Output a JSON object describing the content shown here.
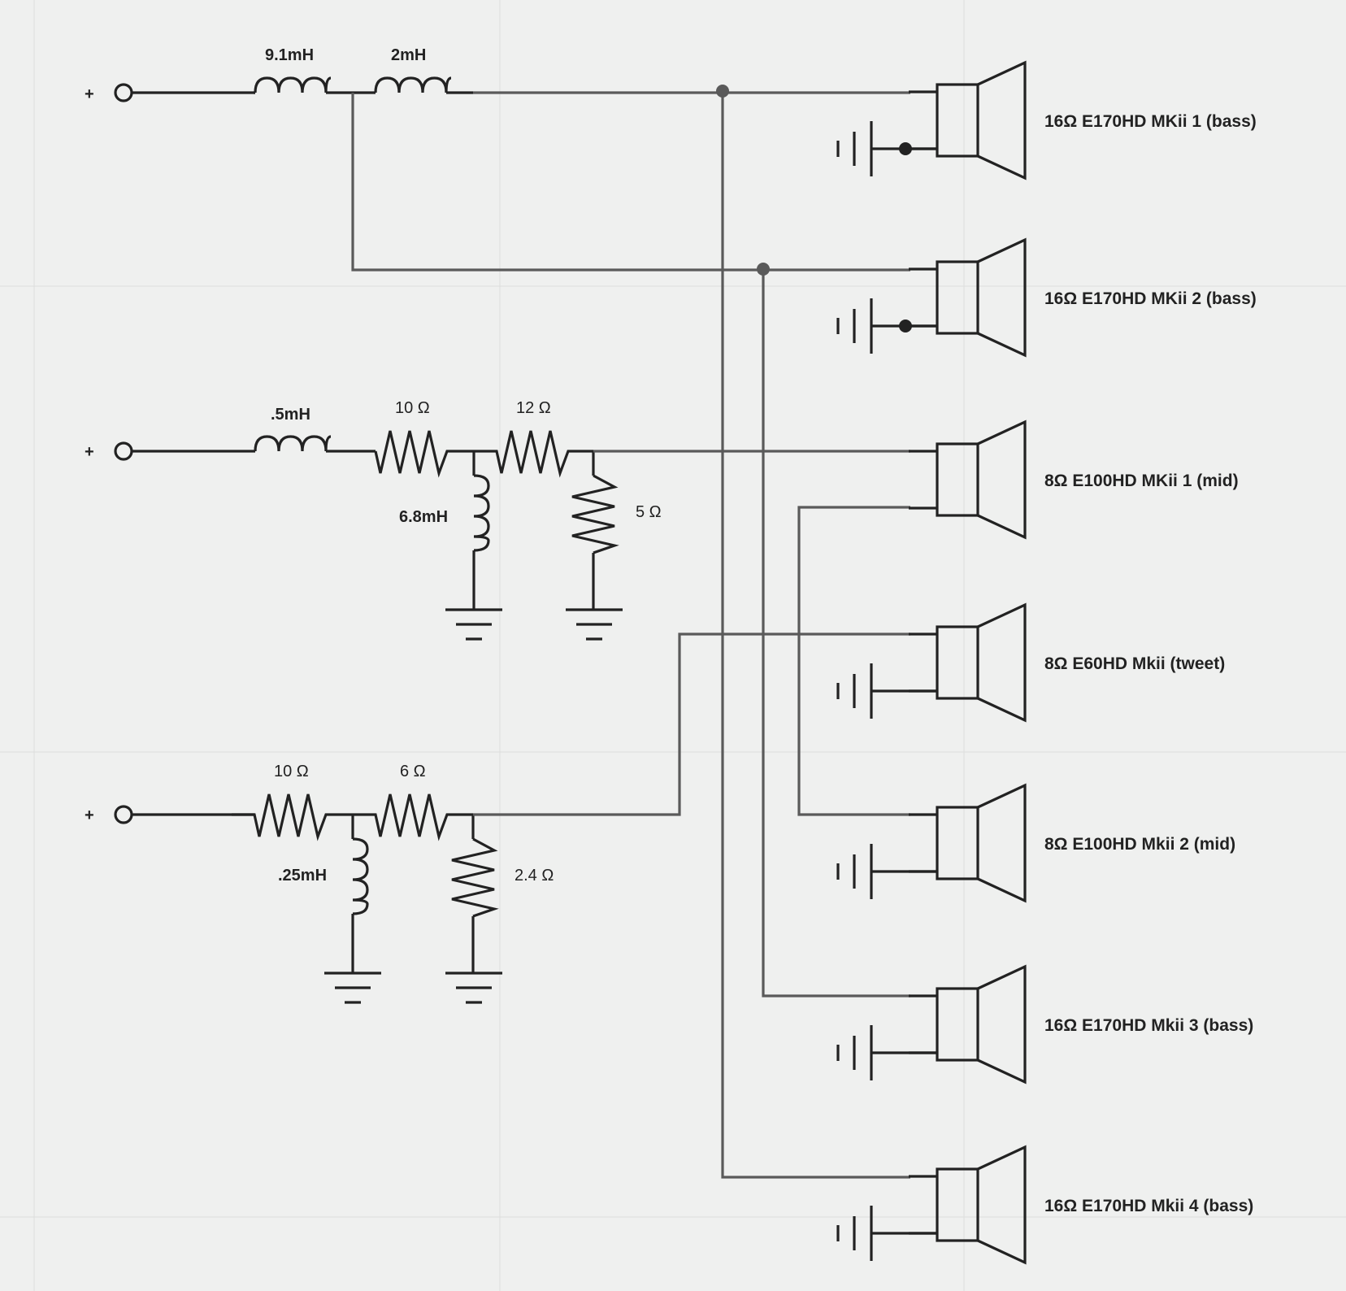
{
  "inputs": {
    "plus_1": "+",
    "plus_2": "+",
    "plus_3": "+"
  },
  "bass_filter": {
    "inductor_1": "9.1mH",
    "inductor_2": "2mH"
  },
  "mid_filter": {
    "inductor_series": ".5mH",
    "resistor_1": "10 Ω",
    "resistor_2": "12 Ω",
    "inductor_shunt": "6.8mH",
    "resistor_shunt": "5 Ω"
  },
  "tweet_filter": {
    "resistor_1": "10 Ω",
    "resistor_2": "6 Ω",
    "inductor_shunt": ".25mH",
    "resistor_shunt": "2.4 Ω"
  },
  "speakers": [
    {
      "label": "16Ω E170HD MKii 1 (bass)"
    },
    {
      "label": "16Ω E170HD MKii 2 (bass)"
    },
    {
      "label": "8Ω E100HD MKii 1 (mid)"
    },
    {
      "label": "8Ω E60HD Mkii (tweet)"
    },
    {
      "label": "8Ω E100HD Mkii 2 (mid)"
    },
    {
      "label": "16Ω E170HD Mkii 3 (bass)"
    },
    {
      "label": "16Ω E170HD Mkii 4 (bass)"
    }
  ],
  "colors": {
    "background": "#eff0ef",
    "wire": "#5a5a5a",
    "component": "#222222"
  }
}
